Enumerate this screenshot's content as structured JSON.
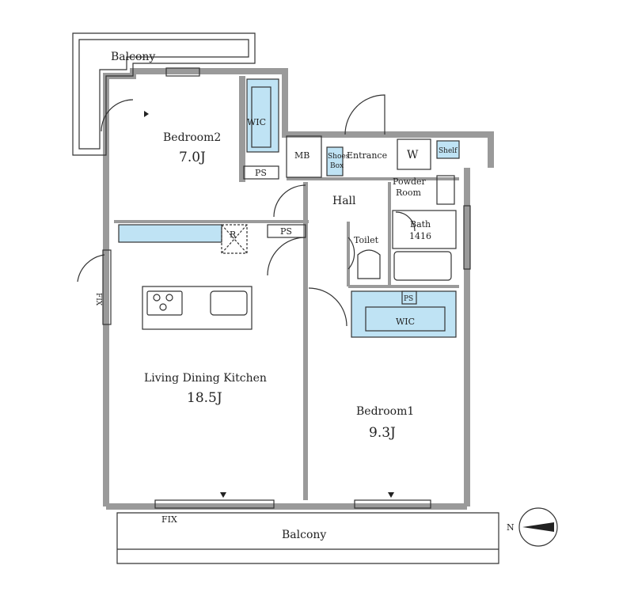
{
  "rooms": {
    "bedroom2": {
      "name": "Bedroom2",
      "size": "7.0J"
    },
    "bedroom1": {
      "name": "Bedroom1",
      "size": "9.3J"
    },
    "ldk": {
      "name": "Living Dining Kitchen",
      "size": "18.5J"
    },
    "hall": "Hall",
    "toilet": "Toilet",
    "bath": {
      "name": "Bath",
      "size": "1416"
    },
    "powder": {
      "line1": "Powder",
      "line2": "Room"
    },
    "entrance": "Entrance",
    "mb": "MB",
    "w": "W",
    "shelf": "Shelf",
    "shoes": {
      "line1": "Shoes",
      "line2": "Box"
    }
  },
  "labels": {
    "balcony_top": "Balcony",
    "balcony_bottom": "Balcony",
    "wic_top": "WIC",
    "wic_bottom": "WIC",
    "ps_bedroom2": "PS",
    "ps_kitchen": "PS",
    "ps_wic": "PS",
    "refrigerator": "R",
    "fix_left": "FIX",
    "fix_bottom": "FIX",
    "north": "N"
  },
  "colors": {
    "wall": "#9a9a9a",
    "line": "#333333",
    "storage": "#bfe3f4"
  }
}
